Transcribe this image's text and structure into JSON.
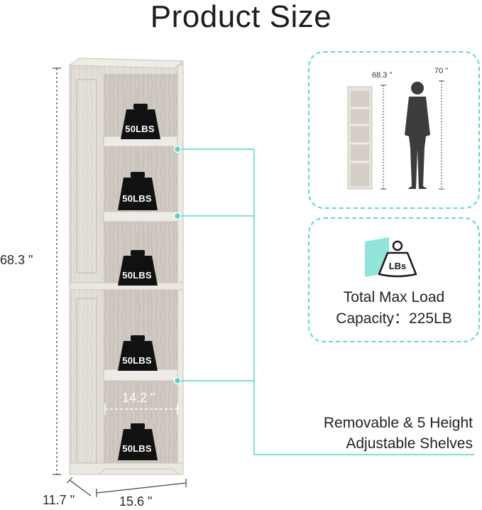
{
  "title": "Product Size",
  "dimensions": {
    "height": "68.3 \"",
    "depth": "11.7 \"",
    "width": "15.6 \"",
    "inner_width": "14.2 \""
  },
  "shelf_load_label": "50LBS",
  "comparison": {
    "shelf_height": "68.3 \"",
    "person_height": "70 \""
  },
  "load_icon_label": "LBs",
  "load_capacity": {
    "line1": "Total Max Load",
    "line2": "Capacity：225LB"
  },
  "feature": {
    "line1": "Removable & 5 Height",
    "line2": "Adjustable Shelves"
  },
  "colors": {
    "accent": "#5fd3c6",
    "wood": "#e6e2dc",
    "weight": "#111111"
  }
}
